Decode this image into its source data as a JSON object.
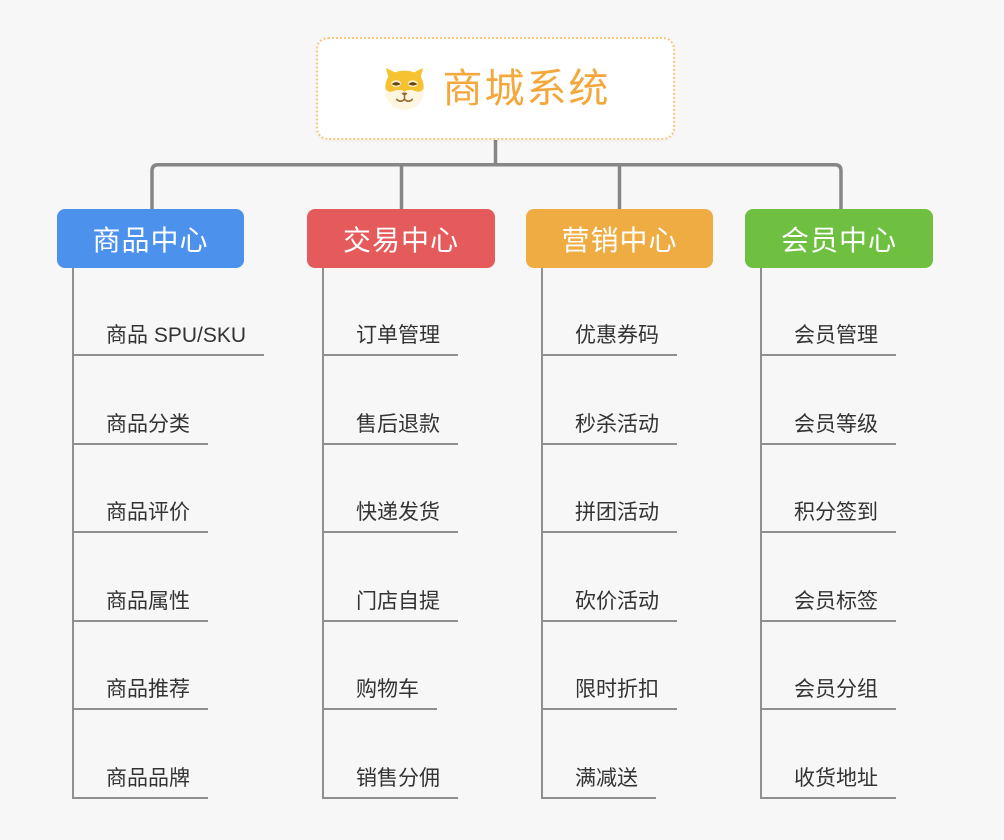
{
  "diagram_title": "商城系统",
  "root": {
    "label": "商城系统",
    "icon": "dog-face-icon",
    "text_color": "#f4a73b",
    "border_color": "#f6c77c"
  },
  "connector_color": "#868686",
  "branches": [
    {
      "label": "商品中心",
      "color": "#4c92ec",
      "items": [
        "商品 SPU/SKU",
        "商品分类",
        "商品评价",
        "商品属性",
        "商品推荐",
        "商品品牌"
      ]
    },
    {
      "label": "交易中心",
      "color": "#e55b5b",
      "items": [
        "订单管理",
        "售后退款",
        "快递发货",
        "门店自提",
        "购物车",
        "销售分佣"
      ]
    },
    {
      "label": "营销中心",
      "color": "#efac42",
      "items": [
        "优惠券码",
        "秒杀活动",
        "拼团活动",
        "砍价活动",
        "限时折扣",
        "满减送"
      ]
    },
    {
      "label": "会员中心",
      "color": "#6fc040",
      "items": [
        "会员管理",
        "会员等级",
        "积分签到",
        "会员标签",
        "会员分组",
        "收货地址"
      ]
    }
  ]
}
